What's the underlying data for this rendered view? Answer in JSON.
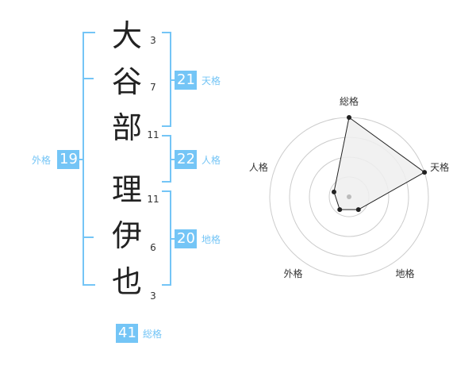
{
  "colors": {
    "accent": "#74c5f6",
    "ring": "#cccccc",
    "fill": "#eeeeee",
    "line": "#222222"
  },
  "name": {
    "characters": [
      {
        "char": "大",
        "strokes": "3"
      },
      {
        "char": "谷",
        "strokes": "7"
      },
      {
        "char": "部",
        "strokes": "11"
      },
      {
        "char": "理",
        "strokes": "11"
      },
      {
        "char": "伊",
        "strokes": "6"
      },
      {
        "char": "也",
        "strokes": "3"
      }
    ]
  },
  "scores": {
    "tenkaku": {
      "value": "21",
      "label": "天格"
    },
    "jinkaku": {
      "value": "22",
      "label": "人格"
    },
    "chikaku": {
      "value": "20",
      "label": "地格"
    },
    "gaikaku": {
      "value": "19",
      "label": "外格"
    },
    "soukaku": {
      "value": "41",
      "label": "総格"
    }
  },
  "chart_data": {
    "type": "radar",
    "axes": [
      "総格",
      "天格",
      "地格",
      "外格",
      "人格"
    ],
    "max": 5,
    "values": [
      5,
      5,
      1,
      1,
      1
    ],
    "rings": 4
  }
}
